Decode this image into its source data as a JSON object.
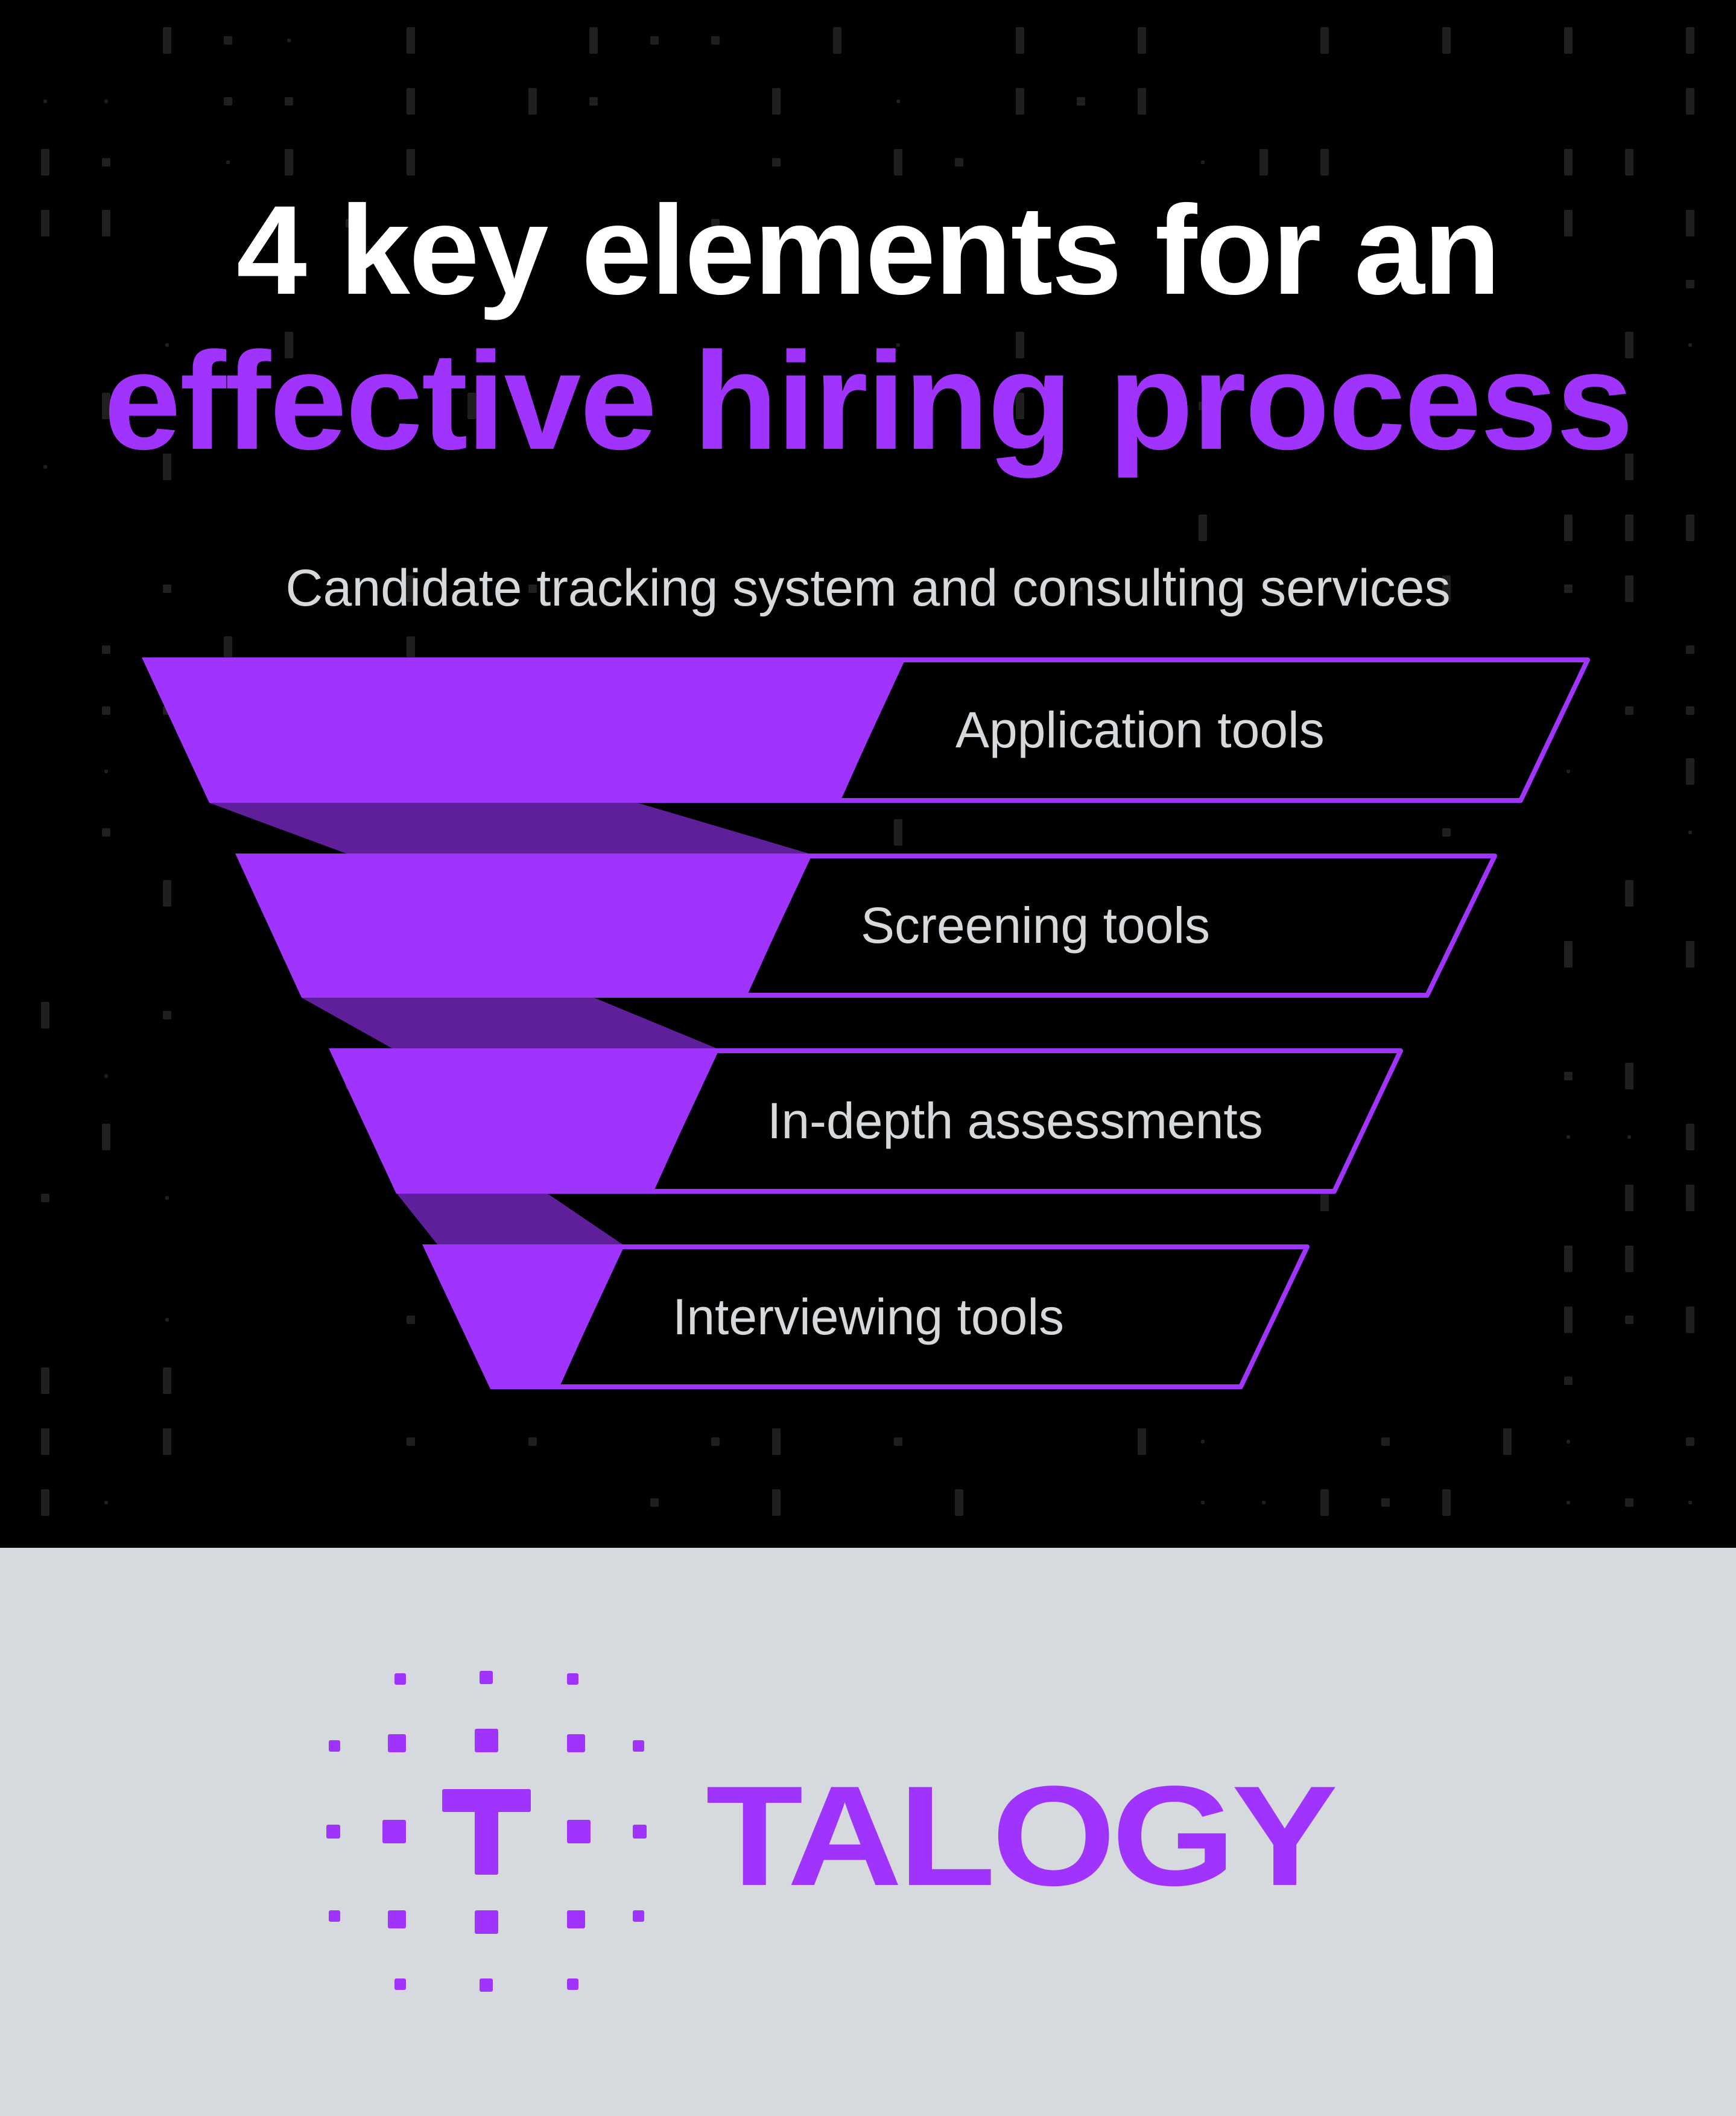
{
  "header": {
    "title_line_1": "4 key elements for an",
    "title_line_2": "effective hiring process"
  },
  "subtitle": "Candidate tracking system and consulting services",
  "funnel": {
    "stages": [
      {
        "label": "Application tools"
      },
      {
        "label": "Screening tools"
      },
      {
        "label": "In-depth assessments"
      },
      {
        "label": "Interviewing tools"
      }
    ]
  },
  "brand": {
    "name": "TALOGY",
    "logo_icon": "talogy-t-dot-grid-icon"
  },
  "colors": {
    "background": "#000000",
    "accent": "#a034fc",
    "connector": "#5f1f9b",
    "text_light": "#d6d9dc",
    "footer_background": "#d6d9dd",
    "pattern": "#1f1f1f"
  }
}
